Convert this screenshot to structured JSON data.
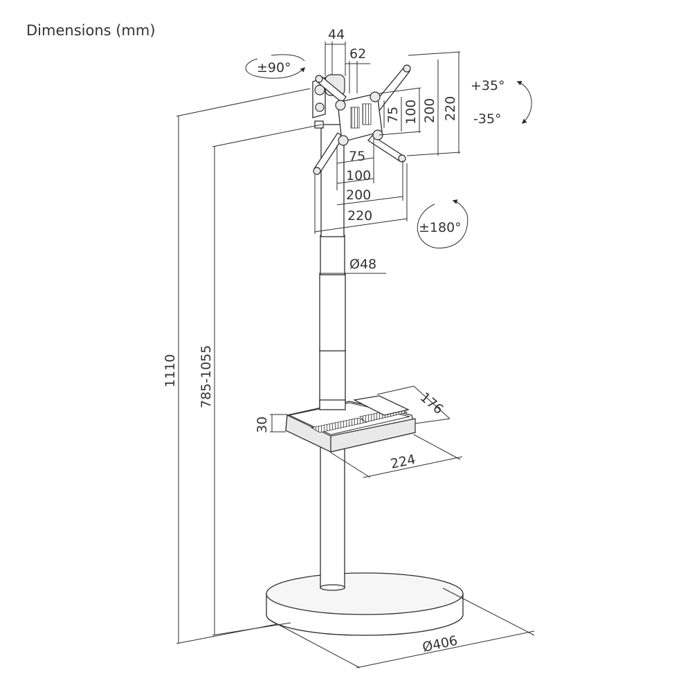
{
  "title": "Dimensions (mm)",
  "dimensions": {
    "pole_top_width": "44",
    "bracket_depth": "62",
    "swivel": "±90°",
    "tilt_up": "+35°",
    "tilt_down": "-35°",
    "rotation": "±180°",
    "vesa_v_75": "75",
    "vesa_v_100": "100",
    "vesa_v_200": "200",
    "vesa_v_220": "220",
    "vesa_h_75": "75",
    "vesa_h_100": "100",
    "vesa_h_200": "200",
    "vesa_h_220": "220",
    "pole_diameter": "Ø48",
    "total_height": "1110",
    "height_range": "785-1055",
    "shelf_height": "30",
    "shelf_depth": "176",
    "shelf_width": "224",
    "base_diameter": "Ø406"
  }
}
